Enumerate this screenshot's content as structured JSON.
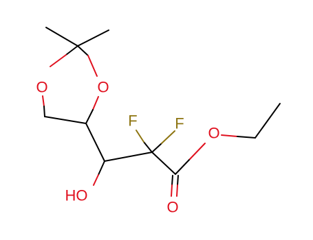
{
  "colors": {
    "bond": "#000000",
    "oxygen": "#e0101e",
    "fluorine": "#8d7410",
    "background": "#ffffff"
  },
  "atoms": {
    "ring_oxygen_left": "O",
    "ring_oxygen_right": "O",
    "hydroxyl": "HO",
    "fluorine_1": "F",
    "fluorine_2": "F",
    "ester_oxygen": "O",
    "carbonyl_oxygen": "O"
  }
}
